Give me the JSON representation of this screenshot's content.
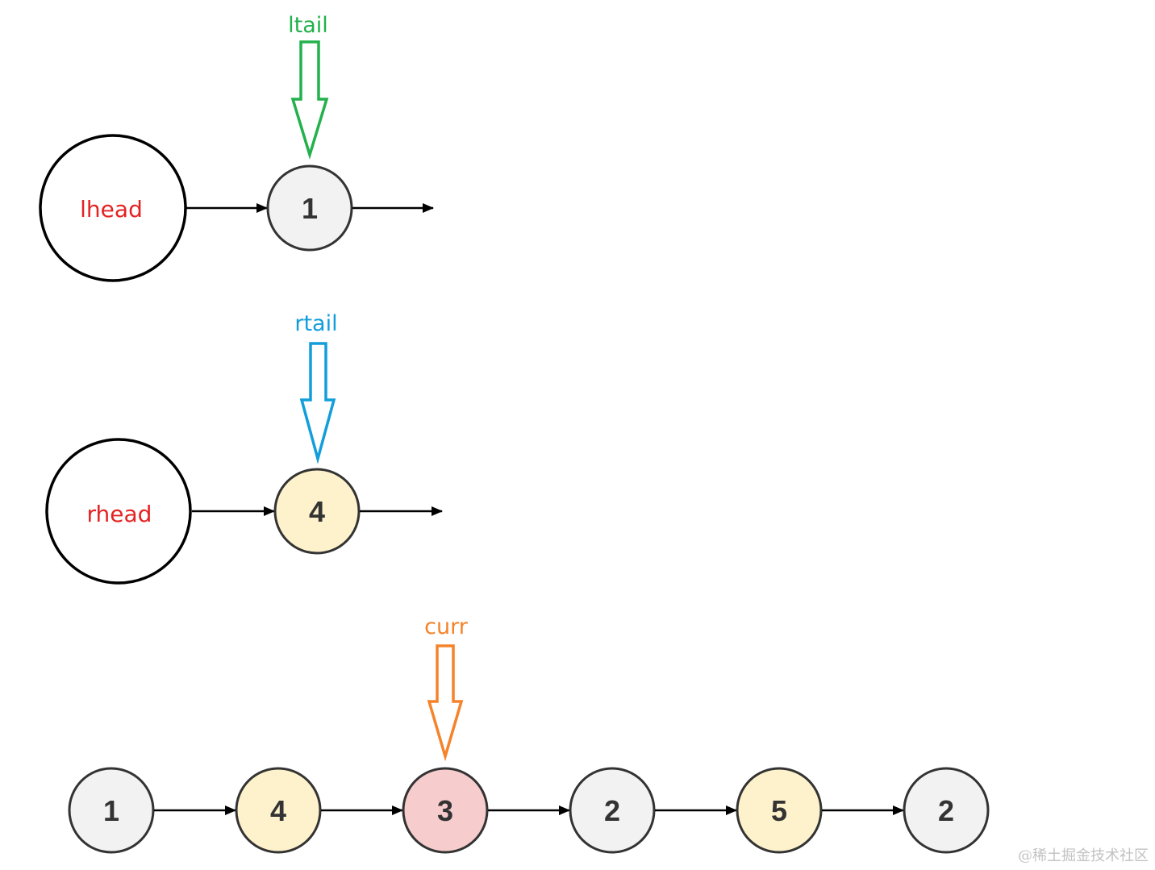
{
  "colors": {
    "stroke": "#000000",
    "node_gray_fill": "#f2f2f2",
    "node_yellow_fill": "#fdf2cc",
    "node_red_fill": "#f6cccc",
    "node_text": "#333333",
    "head_text": "#e52323",
    "ltail": "#22b14c",
    "rtail": "#119edb",
    "curr": "#f5832a"
  },
  "pointers": {
    "ltail": {
      "label": "ltail",
      "color": "#22b14c"
    },
    "rtail": {
      "label": "rtail",
      "color": "#119edb"
    },
    "curr": {
      "label": "curr",
      "color": "#f5832a"
    }
  },
  "left_list": {
    "head_label": "lhead",
    "nodes": [
      {
        "value": "1",
        "fill": "gray"
      }
    ]
  },
  "right_list": {
    "head_label": "rhead",
    "nodes": [
      {
        "value": "4",
        "fill": "yellow"
      }
    ]
  },
  "main_list": {
    "nodes": [
      {
        "value": "1",
        "fill": "gray"
      },
      {
        "value": "4",
        "fill": "yellow"
      },
      {
        "value": "3",
        "fill": "red"
      },
      {
        "value": "2",
        "fill": "gray"
      },
      {
        "value": "5",
        "fill": "yellow"
      },
      {
        "value": "2",
        "fill": "gray"
      }
    ]
  },
  "watermark": "@稀土掘金技术社区"
}
